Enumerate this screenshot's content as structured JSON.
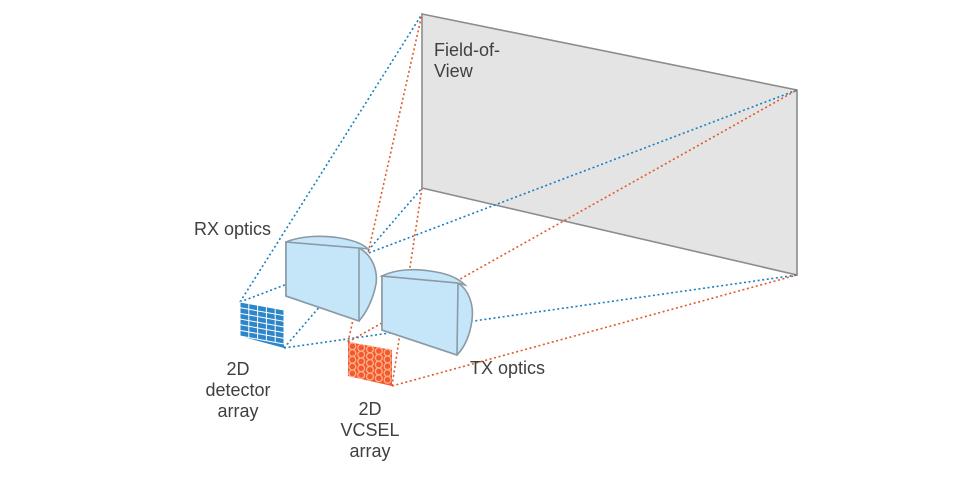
{
  "labels": {
    "field_of_view_line1": "Field-of-",
    "field_of_view_line2": "View",
    "rx_optics": "RX optics",
    "tx_optics": "TX optics",
    "detector_line1": "2D",
    "detector_line2": "detector",
    "detector_line3": "array",
    "vcsel_line1": "2D",
    "vcsel_line2": "VCSEL",
    "vcsel_line3": "array"
  },
  "colors": {
    "rx_rays": "#1a7fbf",
    "tx_rays": "#e05a2b",
    "fov_fill": "#e4e4e4",
    "fov_stroke": "#8c8c8c",
    "lens_fill": "#c4e6f8",
    "lens_stroke": "#8a9aa6",
    "detector_fill": "#2e86c8",
    "detector_grid": "#ffffff",
    "vcsel_fill": "#f25a2c",
    "vcsel_dot": "#ffb090",
    "text": "#404040"
  },
  "detector_grid": {
    "rows": 6,
    "cols": 5
  },
  "vcsel_grid": {
    "rows": 5,
    "cols": 5
  }
}
